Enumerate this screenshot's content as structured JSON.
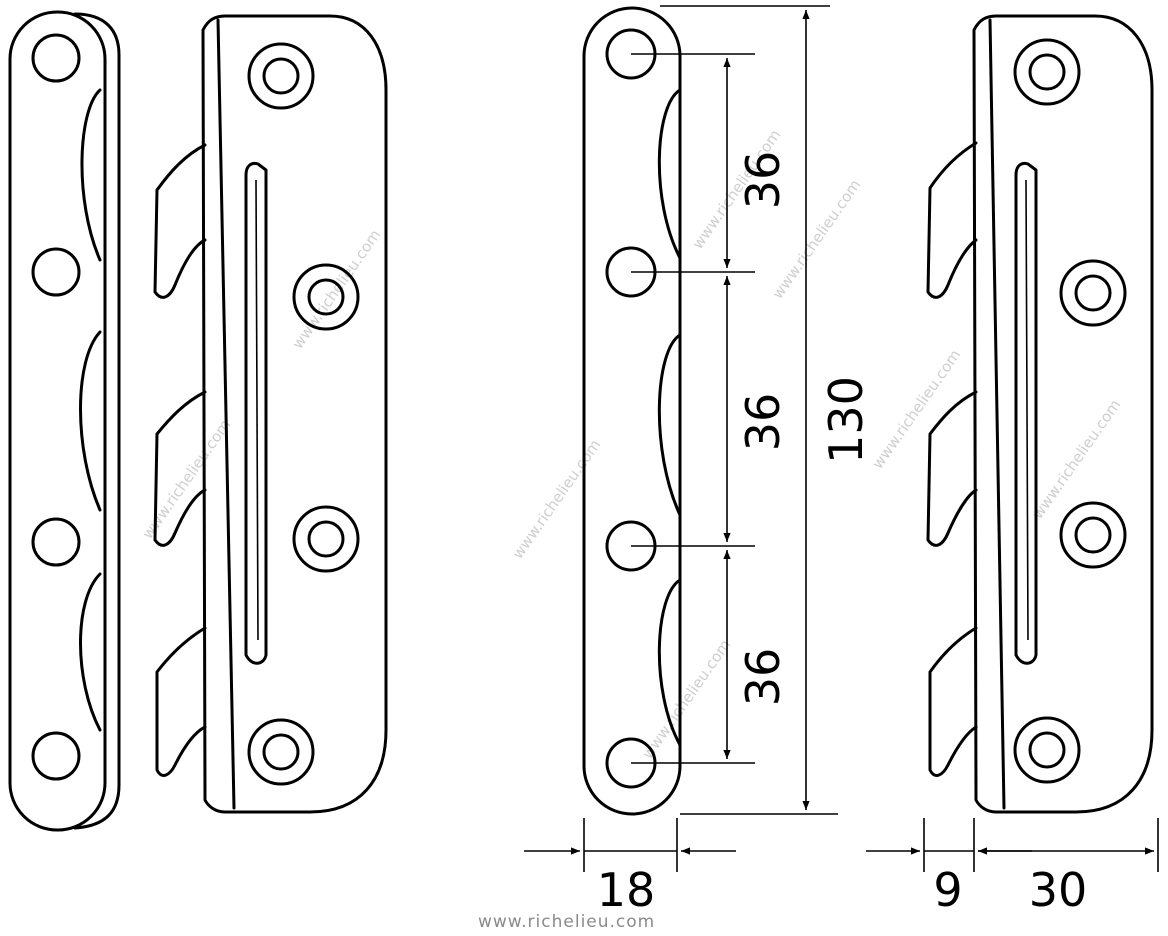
{
  "dimensions": {
    "spacing_top": "36",
    "spacing_middle": "36",
    "spacing_bottom": "36",
    "total_length": "130",
    "plate_width": "18",
    "hook_depth": "9",
    "bracket_width": "30"
  },
  "watermark": {
    "diagonal_text": "www.richelieu.com",
    "footer_url": "www.richelieu.com"
  },
  "colors": {
    "line": "#000000",
    "watermark": "#cfcfcf",
    "footer": "#8a8a8a"
  }
}
